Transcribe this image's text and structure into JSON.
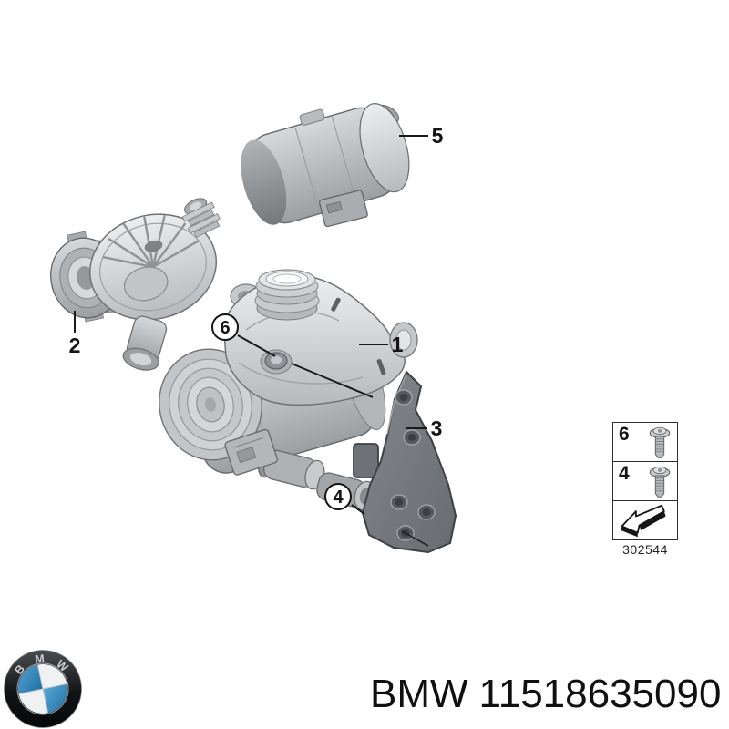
{
  "diagram": {
    "description": "BMW electric coolant water pump exploded parts diagram",
    "callouts": {
      "part_1": "1",
      "part_2": "2",
      "part_3": "3",
      "part_5": "5",
      "fastener_4": "4",
      "fastener_6": "6"
    },
    "legend": {
      "rows": [
        {
          "label": "6",
          "icon": "flange-bolt-icon"
        },
        {
          "label": "4",
          "icon": "flange-bolt-icon"
        }
      ],
      "direction_icon": "direction-arrow-icon",
      "diagram_code": "302544"
    }
  },
  "footer": {
    "brand": "BMW",
    "part_number": "11518635090",
    "logo_letters": [
      "B",
      "M",
      "W"
    ]
  },
  "colors": {
    "line": "#1a1a1a",
    "part_light": "#e6e8ea",
    "part_mid": "#d2d5d7",
    "part_dark": "#8d9194",
    "bracket": "#75797d",
    "logo_blue": "#2f82b5",
    "logo_ring": "#0b0c0d"
  }
}
